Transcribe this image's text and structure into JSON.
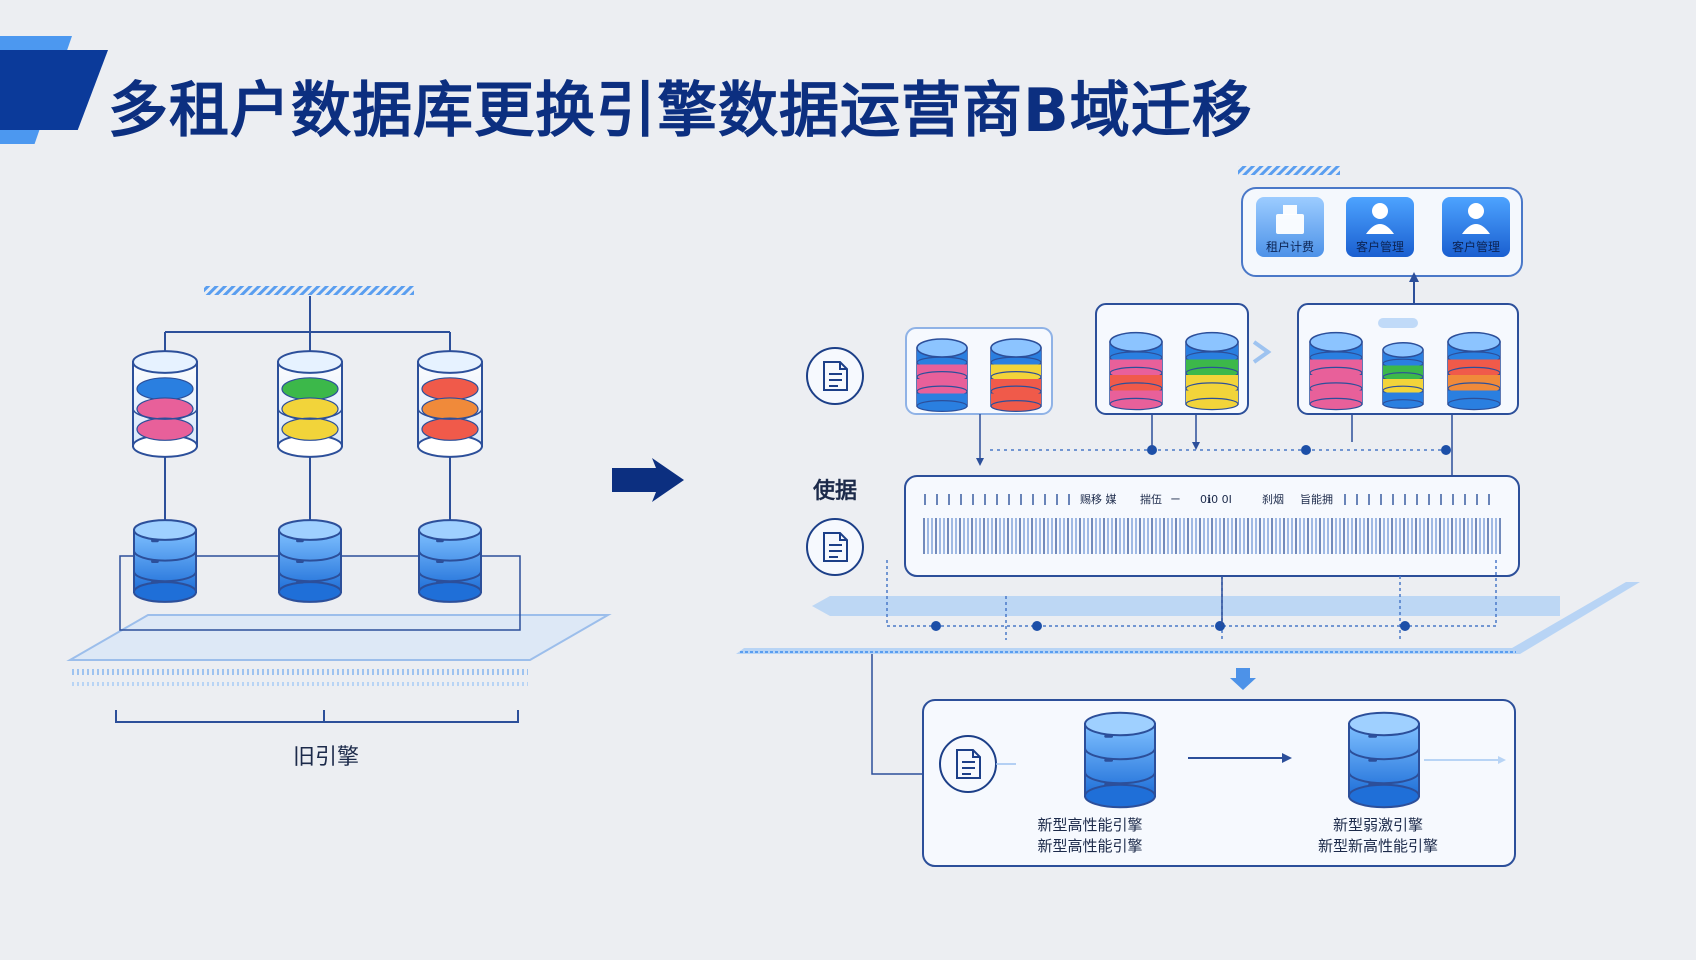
{
  "title": "多租户数据库更换引擎数据运营商B域迁移",
  "old_engine": {
    "label": "旧引擎"
  },
  "services": [
    {
      "label": "租户计费",
      "icon": "tenant-billing-icon"
    },
    {
      "label": "客户管理",
      "icon": "user-icon"
    },
    {
      "label": "客户管理",
      "icon": "user-icon"
    }
  ],
  "middle": {
    "label": "使据",
    "stream_labels": [
      "赐移 媒",
      "揣伍",
      "ㄧ",
      "0ℹ0 0Ⅰ",
      "刹烟",
      "旨能拥"
    ]
  },
  "new_engines": [
    {
      "line1": "新型高性能引擎",
      "line2": "新型高性能引擎"
    },
    {
      "line1": "新型弱激引擎",
      "line2": "新型新高性能引擎"
    }
  ],
  "colors": {
    "accent": "#0b3a9a",
    "primary": "#2a7fe0",
    "line": "#2c4f9a",
    "layer_pink": "#e8609a",
    "layer_yellow": "#f2d43a",
    "layer_green": "#3cb84a",
    "layer_red": "#f05a4a",
    "layer_orange": "#f08a3a"
  }
}
